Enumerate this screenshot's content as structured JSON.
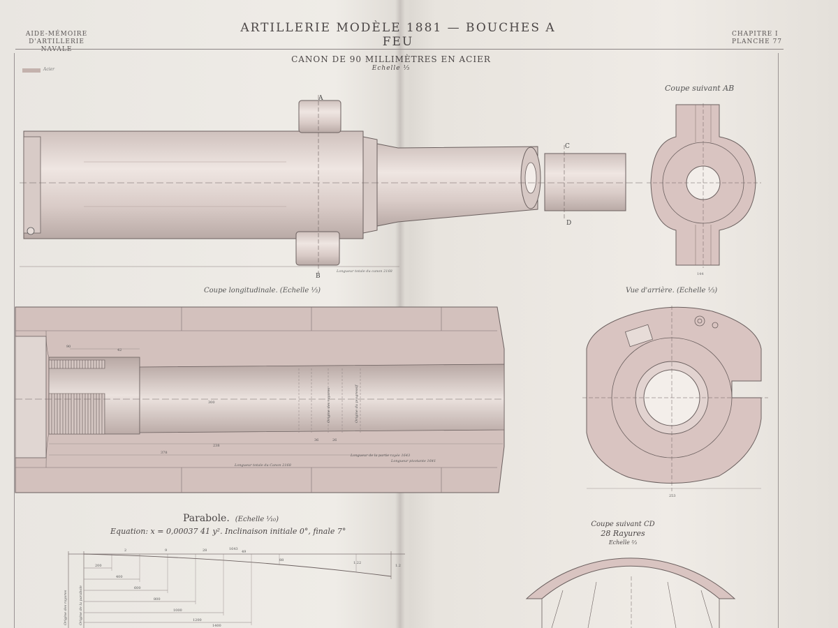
{
  "header": {
    "left_line1": "AIDE-MÉMOIRE",
    "left_line2": "D'ARTILLERIE NAVALE",
    "title": "ARTILLERIE MODÈLE 1881 — BOUCHES A FEU",
    "right_line1": "CHAPITRE I",
    "right_line2": "PLANCHE 77"
  },
  "drawing": {
    "title": "CANON DE 90 MILLIMÈTRES EN ACIER",
    "scale": "Echelle ⅓",
    "scale_key": "Acier"
  },
  "views": {
    "section_ab": "Coupe suivant AB",
    "longitudinal": "Coupe longitudinale. (Echelle ⅓)",
    "rear_view": "Vue d'arrière. (Echelle ⅓)",
    "section_cd_line1": "Coupe suivant CD",
    "section_cd_line2": "28 Rayures",
    "section_cd_line3": "Echelle ⅔"
  },
  "letters": {
    "a": "A",
    "b": "B",
    "c": "C",
    "d": "D"
  },
  "annotations": {
    "total_length_top": "Longueur totale du canon 2168",
    "total_length_bottom": "Longueur totale du Canon 2168",
    "rifled_length": "Longueur de la partie rayée 1643",
    "bore_length": "Longueur pivotante 1641",
    "dim_90": "90",
    "dim_42": "42",
    "dim_378": "378",
    "dim_238": "238",
    "dim_300": "300",
    "dim_36": "36",
    "dim_26": "26",
    "dim_144": "144",
    "dim_253": "253",
    "origin_rifling": "Origine des rayures",
    "origin_progressive": "Origine du progressif"
  },
  "parabola": {
    "title": "Parabole.",
    "scale": "(Echelle ⅒)",
    "equation": "Equation: x = 0,00037 41 y².  Inclinaison initiale 0°, finale 7°",
    "top_values": [
      "2",
      "9",
      "28",
      "49",
      "1643",
      "88",
      "1.22",
      "1.2"
    ],
    "steps": [
      "200",
      "400",
      "600",
      "800",
      "1000",
      "1200",
      "1400"
    ],
    "vertical_label1": "Origine des rayures",
    "vertical_label2": "Origine de la parabole"
  }
}
